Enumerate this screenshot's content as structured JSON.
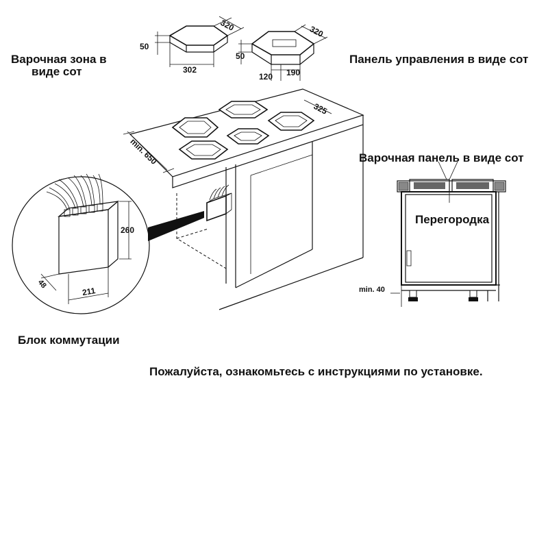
{
  "labels": {
    "cooking_zone_line1": "Варочная зона в",
    "cooking_zone_line2": "виде сот",
    "control_panel": "Панель управления в виде сот",
    "hob_panel": "Варочная панель в виде сот",
    "partition": "Перегородка",
    "switch_block": "Блок коммутации",
    "instructions": "Пожалуйста, ознакомьтесь с инструкциями по установке."
  },
  "dimensions": {
    "zone_width": "320",
    "zone_height": "50",
    "zone_depth": "302",
    "panel_width": "320",
    "panel_height": "50",
    "panel_depth_a": "120",
    "panel_depth_b": "190",
    "hob_depth": "325",
    "cutout_min": "min. 650",
    "block_height": "260",
    "block_depth": "48",
    "block_width": "211",
    "clearance_min": "min. 40"
  }
}
